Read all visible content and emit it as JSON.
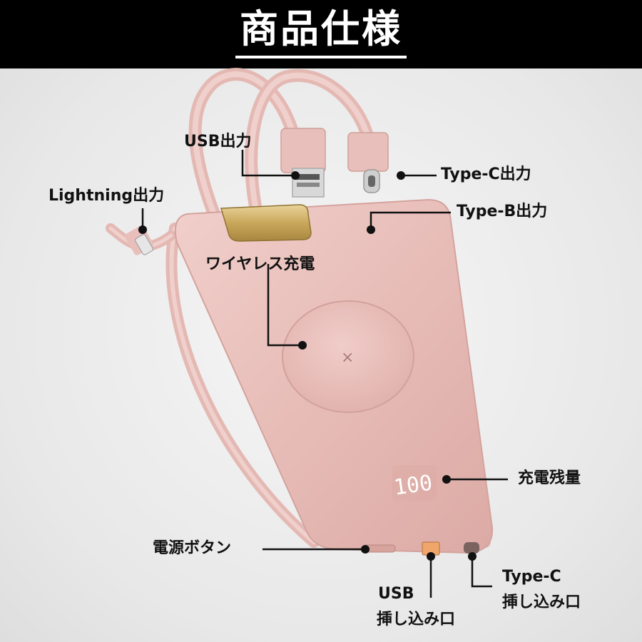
{
  "header": {
    "title": "商品仕様"
  },
  "labels": {
    "usb_out": "USB出力",
    "typec_out": "Type-C出力",
    "lightning_out": "Lightning出力",
    "typeb_out": "Type-B出力",
    "wireless": "ワイヤレス充電",
    "battery_level": "充電残量",
    "power_button": "電源ボタン",
    "usb_in_line1": "USB",
    "usb_in_line2": "挿し込み口",
    "typec_in_line1": "Type-C",
    "typec_in_line2": "挿し込み口"
  },
  "colors": {
    "header_bg": "#000000",
    "body_pink": "#e8bfbb",
    "cable_pink": "#ecc8c4",
    "gold": "#c9a75a"
  },
  "display_readout": "100"
}
